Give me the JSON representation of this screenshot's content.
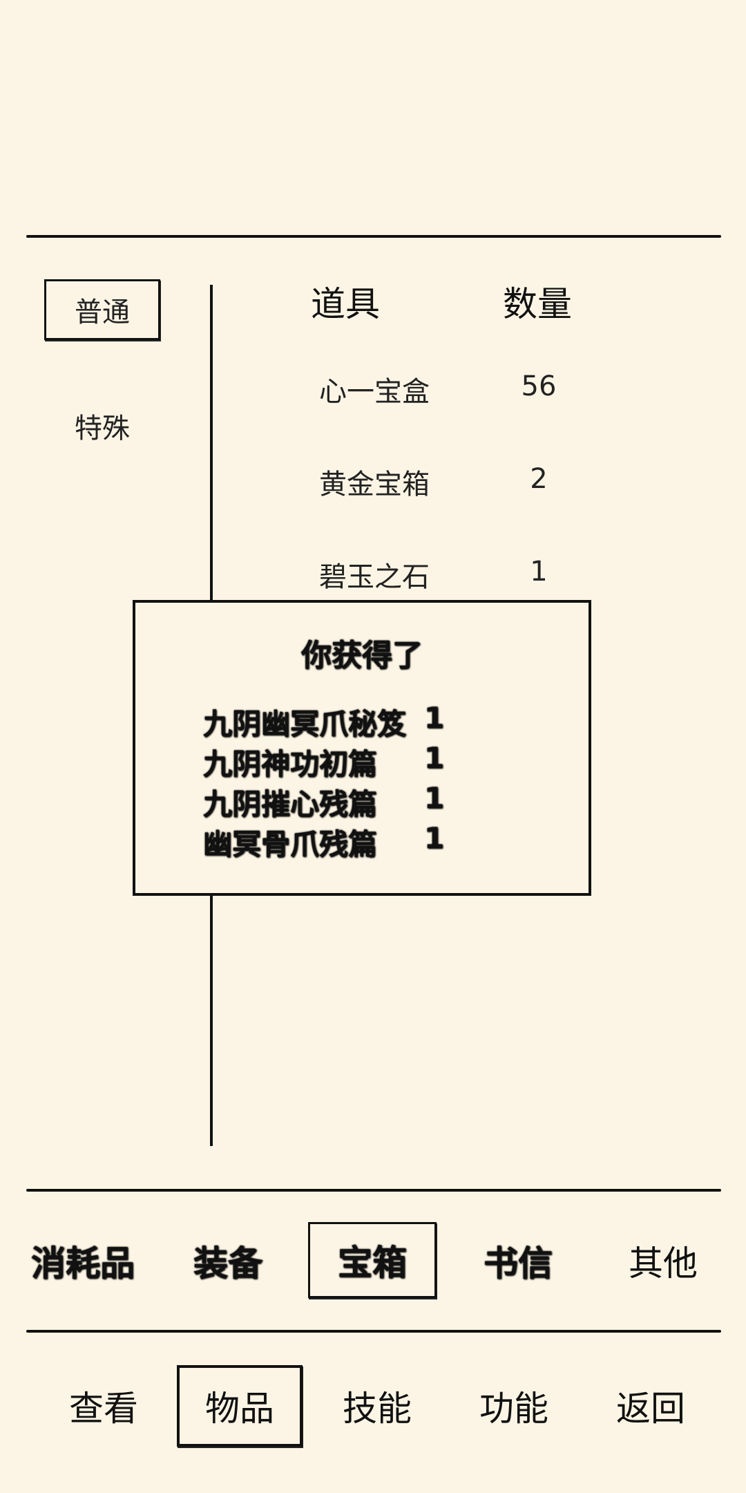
{
  "categories": [
    {
      "label": "普通",
      "selected": true
    },
    {
      "label": "特殊",
      "selected": false
    }
  ],
  "table": {
    "headers": {
      "item": "道具",
      "quantity": "数量"
    },
    "rows": [
      {
        "name": "心一宝盒",
        "qty": "56"
      },
      {
        "name": "黄金宝箱",
        "qty": "2"
      },
      {
        "name": "碧玉之石",
        "qty": "1"
      }
    ]
  },
  "dialog": {
    "title": "你获得了",
    "rewards": [
      {
        "name": "九阴幽冥爪秘笈",
        "qty": "1"
      },
      {
        "name": "九阴神功初篇",
        "qty": "1"
      },
      {
        "name": "九阴摧心残篇",
        "qty": "1"
      },
      {
        "name": "幽冥骨爪残篇",
        "qty": "1"
      }
    ]
  },
  "item_tabs": [
    {
      "label": "消耗品"
    },
    {
      "label": "装备"
    },
    {
      "label": "宝箱",
      "selected": true
    },
    {
      "label": "书信"
    },
    {
      "label": "其他"
    }
  ],
  "nav": [
    {
      "label": "查看"
    },
    {
      "label": "物品",
      "selected": true
    },
    {
      "label": "技能"
    },
    {
      "label": "功能"
    },
    {
      "label": "返回"
    }
  ]
}
